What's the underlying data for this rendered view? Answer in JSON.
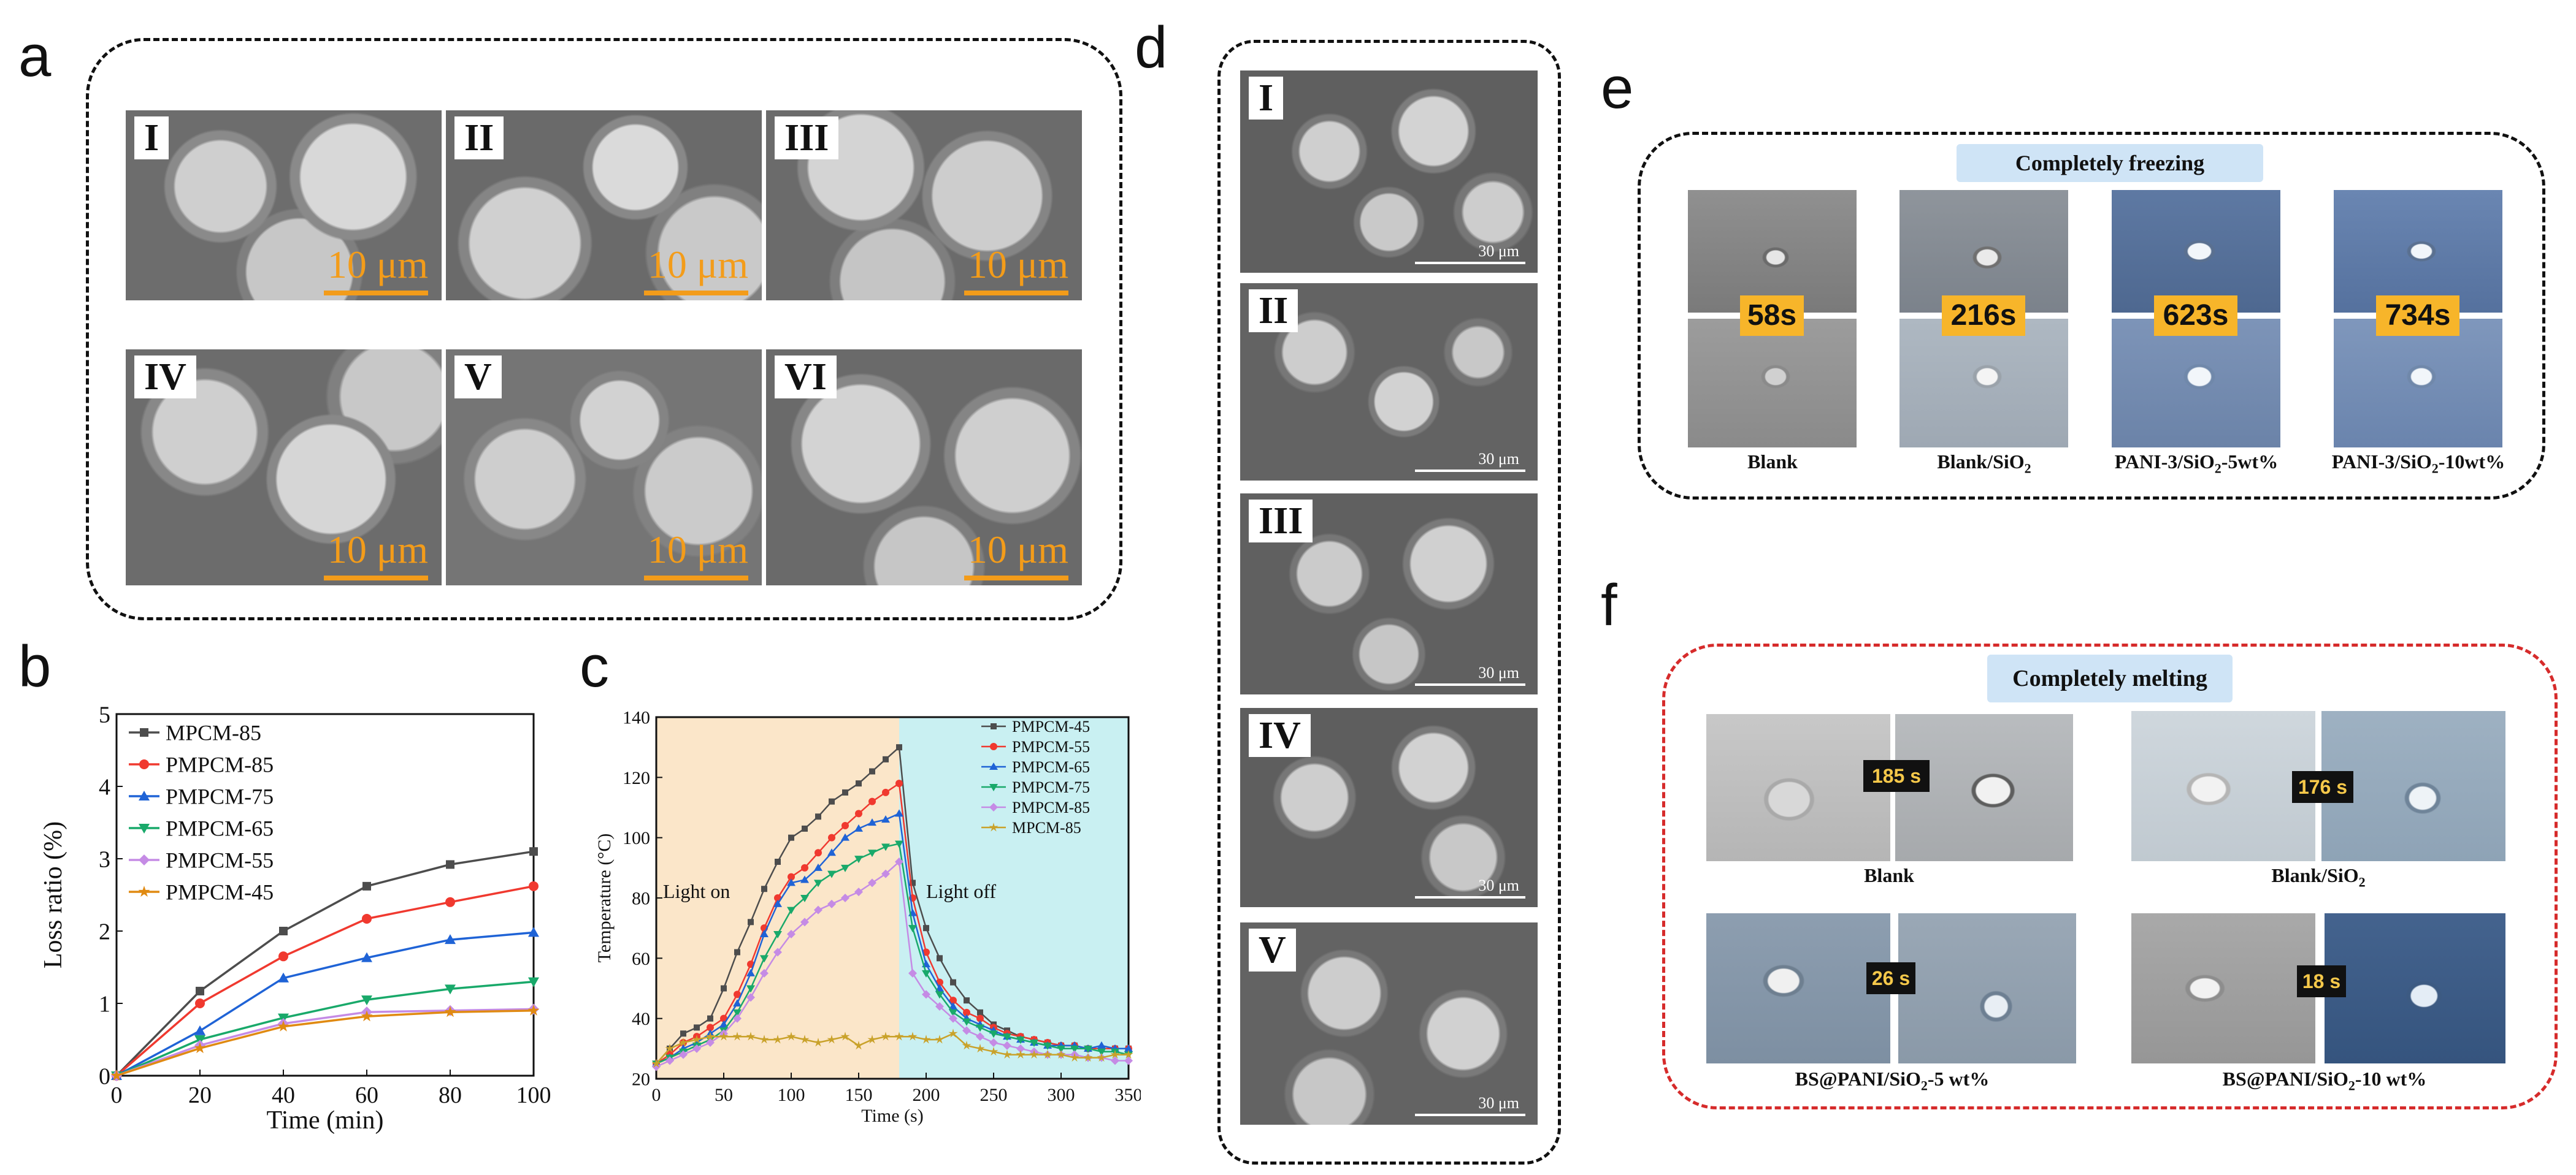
{
  "panel_labels": {
    "a": "a",
    "b": "b",
    "c": "c",
    "d": "d",
    "e": "e",
    "f": "f"
  },
  "panel_a": {
    "images": [
      {
        "roman": "I",
        "scale": "10 μm"
      },
      {
        "roman": "II",
        "scale": "10 μm"
      },
      {
        "roman": "III",
        "scale": "10 μm"
      },
      {
        "roman": "IV",
        "scale": "10 μm"
      },
      {
        "roman": "V",
        "scale": "10 μm"
      },
      {
        "roman": "VI",
        "scale": "10 μm"
      }
    ]
  },
  "panel_d": {
    "images": [
      {
        "roman": "I",
        "scale": "30 μm"
      },
      {
        "roman": "II",
        "scale": "30 μm"
      },
      {
        "roman": "III",
        "scale": "30 μm"
      },
      {
        "roman": "IV",
        "scale": "30 μm"
      },
      {
        "roman": "V",
        "scale": "30 μm"
      }
    ]
  },
  "panel_e": {
    "banner": "Completely freezing",
    "times": [
      "58s",
      "216s",
      "623s",
      "734s"
    ],
    "captions": [
      "Blank",
      "Blank/SiO2",
      "PANI-3/SiO2-5wt%",
      "PANI-3/SiO2-10wt%"
    ],
    "colors": {
      "accent": "#f7b52a"
    }
  },
  "panel_f": {
    "banner": "Completely melting",
    "times": [
      "185 s",
      "176 s",
      "26 s",
      "18 s"
    ],
    "captions": [
      "Blank",
      "Blank/SiO2",
      "BS@PANI/SiO2-5 wt%",
      "BS@PANI/SiO2-10 wt%"
    ]
  },
  "chart_data": [
    {
      "type": "line",
      "xlabel": "Time (min)",
      "ylabel": "Loss ratio (%)",
      "xlim": [
        0,
        100
      ],
      "ylim": [
        0,
        5
      ],
      "xticks": [
        0,
        20,
        40,
        60,
        80,
        100
      ],
      "yticks": [
        0,
        1,
        2,
        3,
        4,
        5
      ],
      "legend_position": "top-left",
      "x": [
        0,
        20,
        40,
        60,
        80,
        100
      ],
      "series": [
        {
          "name": "MPCM-85",
          "color": "#4d4d4d",
          "marker": "square",
          "values": [
            0,
            1.17,
            2.0,
            2.62,
            2.92,
            3.1
          ]
        },
        {
          "name": "PMPCM-85",
          "color": "#f0392f",
          "marker": "circle",
          "values": [
            0,
            1.0,
            1.65,
            2.17,
            2.4,
            2.62
          ]
        },
        {
          "name": "PMPCM-75",
          "color": "#1f63d6",
          "marker": "triangle",
          "values": [
            0,
            0.62,
            1.35,
            1.63,
            1.88,
            1.98
          ]
        },
        {
          "name": "PMPCM-65",
          "color": "#19a96a",
          "marker": "triangle-down",
          "values": [
            0,
            0.5,
            0.8,
            1.05,
            1.2,
            1.3
          ]
        },
        {
          "name": "PMPCM-55",
          "color": "#c58be5",
          "marker": "diamond",
          "values": [
            0,
            0.42,
            0.72,
            0.88,
            0.9,
            0.92
          ]
        },
        {
          "name": "PMPCM-45",
          "color": "#e08a12",
          "marker": "star",
          "values": [
            0,
            0.38,
            0.68,
            0.82,
            0.88,
            0.9
          ]
        }
      ]
    },
    {
      "type": "line",
      "xlabel": "Time (s)",
      "ylabel": "Temperature (°C)",
      "xlim": [
        0,
        350
      ],
      "ylim": [
        20,
        140
      ],
      "xticks": [
        0,
        50,
        100,
        150,
        200,
        250,
        300,
        350
      ],
      "yticks": [
        20,
        40,
        60,
        80,
        100,
        120,
        140
      ],
      "legend_position": "top-right",
      "annotations": [
        "Light on",
        "Light off"
      ],
      "light_off_at": 180,
      "x": [
        0,
        10,
        20,
        30,
        40,
        50,
        60,
        70,
        80,
        90,
        100,
        110,
        120,
        130,
        140,
        150,
        160,
        170,
        180,
        190,
        200,
        210,
        220,
        230,
        240,
        250,
        260,
        270,
        280,
        290,
        300,
        310,
        320,
        330,
        340,
        350
      ],
      "series": [
        {
          "name": "PMPCM-45",
          "color": "#4d4d4d",
          "marker": "square",
          "values": [
            25,
            30,
            35,
            37,
            40,
            50,
            62,
            72,
            83,
            92,
            100,
            103,
            107,
            112,
            115,
            118,
            122,
            126,
            130,
            85,
            70,
            60,
            52,
            46,
            42,
            38,
            36,
            34,
            33,
            32,
            31,
            31,
            30,
            30,
            30,
            30
          ]
        },
        {
          "name": "PMPCM-55",
          "color": "#f0392f",
          "marker": "circle",
          "values": [
            25,
            28,
            32,
            34,
            37,
            40,
            48,
            58,
            70,
            80,
            87,
            90,
            95,
            100,
            104,
            108,
            112,
            115,
            118,
            80,
            62,
            52,
            46,
            42,
            40,
            37,
            35,
            34,
            33,
            32,
            31,
            31,
            30,
            30,
            30,
            30
          ]
        },
        {
          "name": "PMPCM-65",
          "color": "#1f63d6",
          "marker": "triangle",
          "values": [
            25,
            27,
            30,
            32,
            35,
            38,
            45,
            55,
            68,
            78,
            85,
            86,
            90,
            95,
            100,
            103,
            105,
            106,
            108,
            75,
            58,
            50,
            44,
            40,
            38,
            36,
            34,
            33,
            32,
            31,
            31,
            31,
            30,
            31,
            30,
            30
          ]
        },
        {
          "name": "PMPCM-75",
          "color": "#19a96a",
          "marker": "triangle-down",
          "values": [
            25,
            27,
            29,
            31,
            33,
            36,
            42,
            50,
            60,
            68,
            76,
            80,
            85,
            88,
            90,
            93,
            95,
            97,
            98,
            70,
            55,
            48,
            42,
            39,
            37,
            35,
            34,
            33,
            32,
            31,
            30,
            30,
            30,
            29,
            29,
            28
          ]
        },
        {
          "name": "PMPCM-85",
          "color": "#c58be5",
          "marker": "diamond",
          "values": [
            24,
            26,
            28,
            30,
            32,
            35,
            40,
            47,
            55,
            62,
            68,
            72,
            76,
            78,
            80,
            82,
            85,
            88,
            92,
            55,
            48,
            44,
            40,
            36,
            34,
            32,
            31,
            30,
            29,
            28,
            28,
            28,
            27,
            27,
            26,
            26
          ]
        },
        {
          "name": "MPCM-85",
          "color": "#c9a22a",
          "marker": "star",
          "values": [
            25,
            30,
            32,
            33,
            34,
            34,
            34,
            34,
            33,
            33,
            34,
            33,
            32,
            33,
            34,
            31,
            33,
            34,
            34,
            34,
            33,
            33,
            35,
            31,
            30,
            29,
            28,
            28,
            28,
            28,
            28,
            27,
            27,
            27,
            28,
            28
          ]
        }
      ]
    }
  ]
}
